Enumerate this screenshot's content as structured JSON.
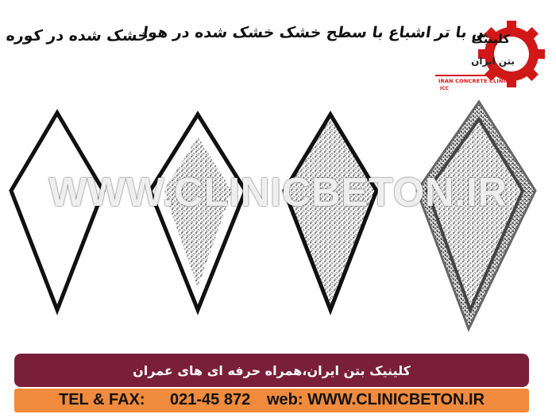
{
  "labels": [
    "خشک شده در کوره",
    "خشک شده در هوا",
    "اشباع با سطح خشک",
    "جیس با تر"
  ],
  "logo": {
    "line1": "کلینیک",
    "line2": "بتن ایران",
    "english": "IRAN CONCRETE CLINIC",
    "abbr": "ICC",
    "colors": {
      "gear": "#d01818",
      "text": "#111111"
    }
  },
  "watermark": "WWW.CLINICBETON.IR",
  "banner": {
    "text": "کلینیک بتن ایران،همراه حرفه ای های عمران",
    "color": "#7a1f3a"
  },
  "contact": {
    "tel_label": "TEL & FAX:",
    "tel_number": "021-45 872",
    "web": "web: WWW.CLINICBETON.IR",
    "color": "#f08a3c"
  }
}
